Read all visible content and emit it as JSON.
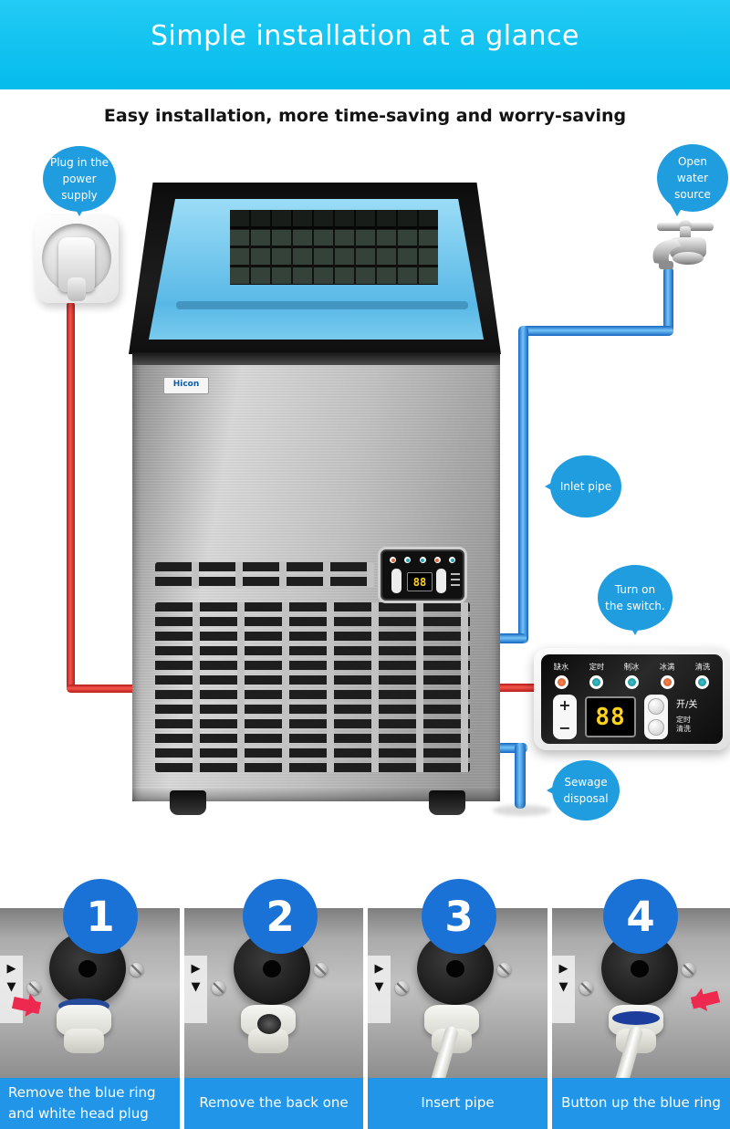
{
  "banner": {
    "title": "Simple installation at a glance",
    "bg_color": "#0dc0ef"
  },
  "subtitle": "Easy installation, more time-saving and worry-saving",
  "callouts": {
    "power": {
      "lines": [
        "Plug in the",
        "power",
        "supply"
      ]
    },
    "water": {
      "lines": [
        "Open",
        "water",
        "source"
      ]
    },
    "inlet": {
      "lines": [
        "Inlet pipe"
      ]
    },
    "switch": {
      "lines": [
        "Turn on",
        "the switch."
      ]
    },
    "sewage": {
      "lines": [
        "Sewage",
        "disposal"
      ]
    }
  },
  "machine": {
    "brand": "Hicon",
    "mini_display": "88"
  },
  "control_panel": {
    "indicators": [
      {
        "label": "缺水",
        "color": "#e06a3a"
      },
      {
        "label": "定时",
        "color": "#28a8b0"
      },
      {
        "label": "制冰",
        "color": "#28a8b0"
      },
      {
        "label": "冰满",
        "color": "#e06a3a"
      },
      {
        "label": "清洗",
        "color": "#28a8b0"
      }
    ],
    "plus": "+",
    "minus": "−",
    "display": "88",
    "display_color": "#ffd21c",
    "power_label": "开/关",
    "timer_label": "定时",
    "clean_label": "清洗"
  },
  "steps": [
    {
      "num": "1",
      "caption": "Remove the blue ring and white head plug"
    },
    {
      "num": "2",
      "caption": "Remove the back one"
    },
    {
      "num": "3",
      "caption": "Insert pipe"
    },
    {
      "num": "4",
      "caption": "Button up the blue ring"
    }
  ],
  "colors": {
    "bubble": "#1f9ddf",
    "caption_bar": "#2196e8",
    "badge": "#1a72d6",
    "cable_red": "#e53935",
    "pipe_blue": "#2e8fe0",
    "arrow_red": "#ee2950"
  }
}
